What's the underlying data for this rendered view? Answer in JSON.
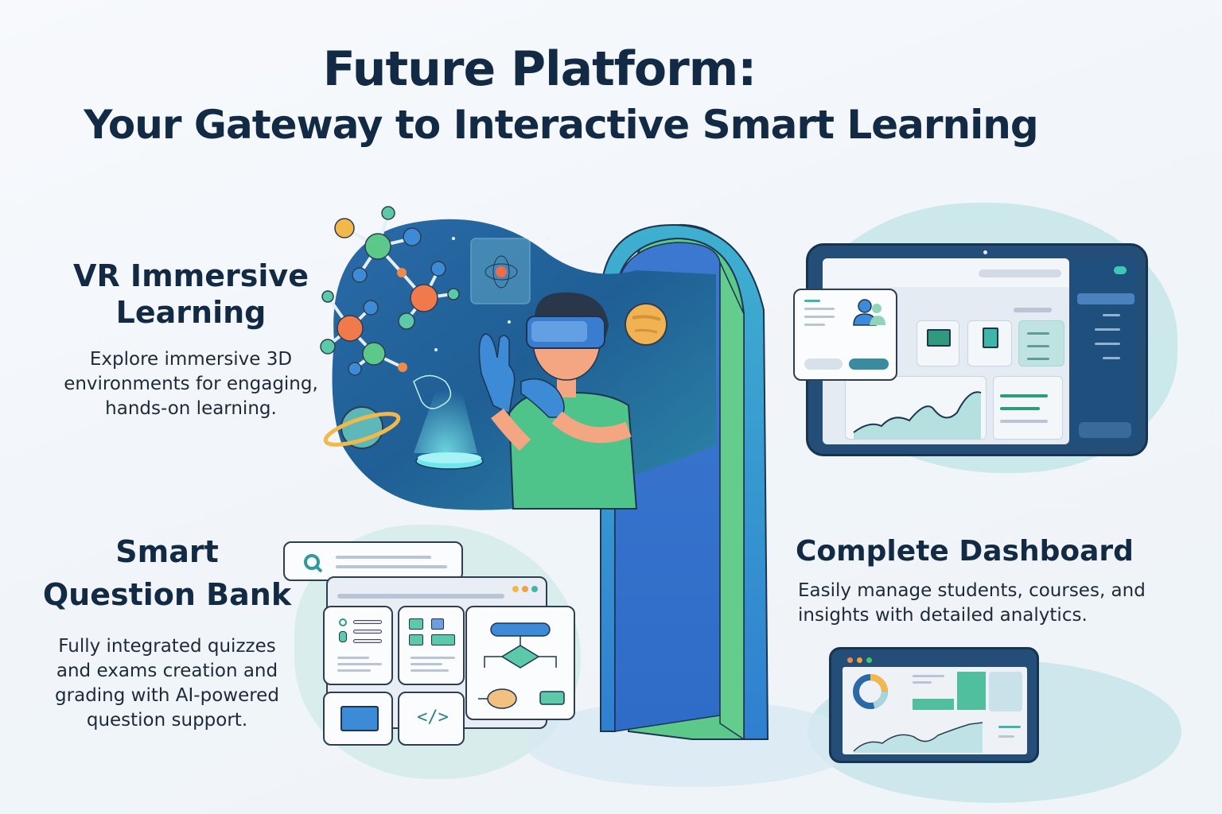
{
  "header": {
    "title_line1": "Future Platform:",
    "title_line2": "Your Gateway to Interactive Smart Learning"
  },
  "features": {
    "vr": {
      "title_line1": "VR Immersive",
      "title_line2": "Learning",
      "desc_line1": "Explore immersive 3D",
      "desc_line2": "environments for engaging,",
      "desc_line3": "hands-on learning.",
      "illustration": "vr-headset-student-with-molecules-and-planets"
    },
    "question_bank": {
      "title_line1": "Smart",
      "title_line2": "Question Bank",
      "desc_line1": "Fully integrated quizzes",
      "desc_line2": "and exams creation and",
      "desc_line3": "grading with AI-powered",
      "desc_line4": "question support.",
      "illustration": "search-bar-and-quiz-cards"
    },
    "dashboard": {
      "title": "Complete Dashboard",
      "desc_line1": "Easily manage students, courses, and",
      "desc_line2": "insights with detailed analytics.",
      "illustration": "tablet-dashboard-and-analytics-window"
    }
  },
  "icons": {
    "search": "search-icon",
    "users": "users-icon",
    "document": "document-icon",
    "image": "image-icon",
    "code": "code-icon",
    "flowchart": "flowchart-icon",
    "donut": "donut-chart-icon",
    "line": "line-chart-icon",
    "door": "portal-door"
  },
  "colors": {
    "title": "#132a45",
    "teal": "#3fb6a8",
    "blue": "#2f6fc2",
    "navy": "#1d4e7a",
    "green": "#5cc98a",
    "orange": "#f08a4b",
    "yellow": "#f2b84b",
    "bg": "#f3f6fa"
  }
}
